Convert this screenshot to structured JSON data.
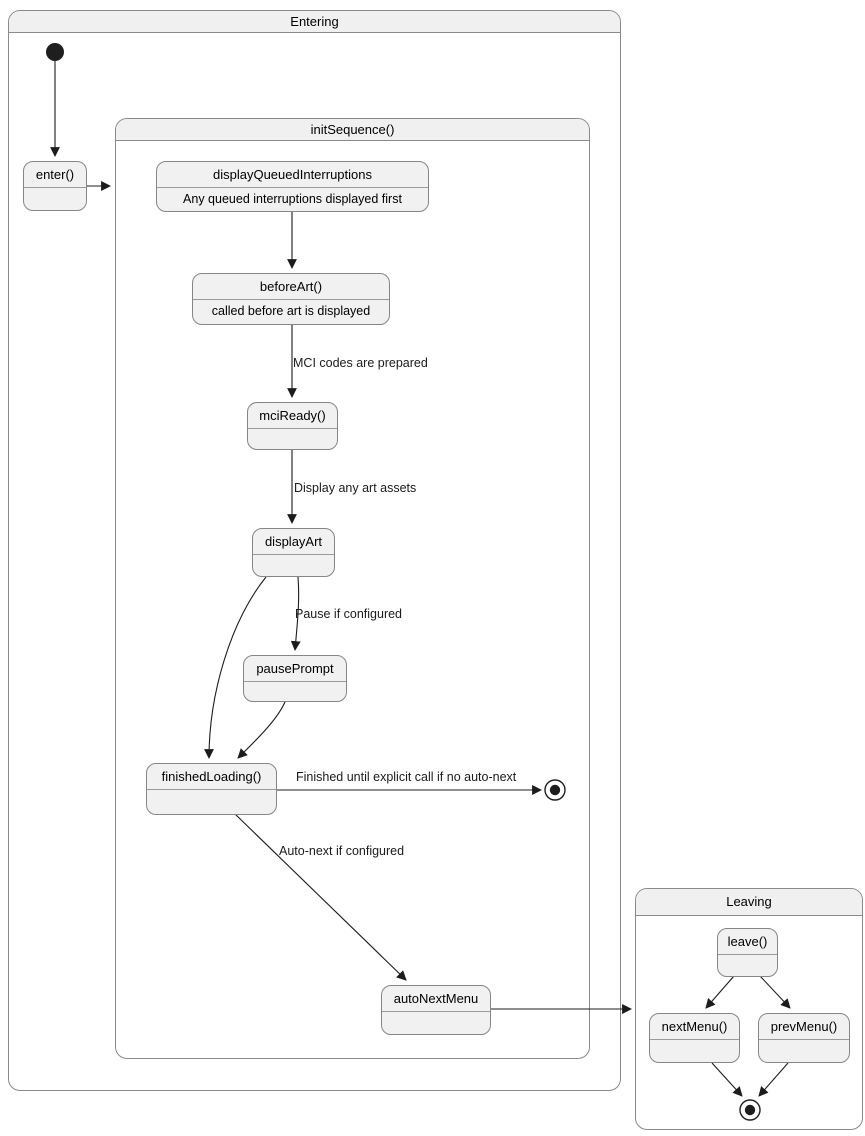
{
  "containers": {
    "entering": {
      "title": "Entering"
    },
    "init_sequence": {
      "title": "initSequence()"
    },
    "leaving": {
      "title": "Leaving"
    }
  },
  "states": {
    "enter": {
      "label": "enter()"
    },
    "display_queued": {
      "label": "displayQueuedInterruptions",
      "description": "Any queued interruptions displayed first"
    },
    "before_art": {
      "label": "beforeArt()",
      "description": "called before art is displayed"
    },
    "mci_ready": {
      "label": "mciReady()"
    },
    "display_art": {
      "label": "displayArt"
    },
    "pause_prompt": {
      "label": "pausePrompt"
    },
    "finished_loading": {
      "label": "finishedLoading()"
    },
    "auto_next_menu": {
      "label": "autoNextMenu"
    },
    "leave": {
      "label": "leave()"
    },
    "next_menu": {
      "label": "nextMenu()"
    },
    "prev_menu": {
      "label": "prevMenu()"
    }
  },
  "transitions": {
    "mci_prepared": {
      "label": "MCI codes are prepared"
    },
    "display_assets": {
      "label": "Display any art assets"
    },
    "pause_if_configured": {
      "label": "Pause if configured"
    },
    "finished_no_autonext": {
      "label": "Finished until explicit call if no auto-next"
    },
    "autonext_if_configured": {
      "label": "Auto-next if configured"
    }
  },
  "icons": {
    "initial_state": "filled-circle",
    "final_state": "bullseye-circle"
  },
  "colors": {
    "background": "#ffffff",
    "state_fill": "#f1f1f1",
    "title_bar_fill": "#f0f0f0",
    "border": "#8a8a8a",
    "line": "#1c1c1c",
    "text": "#000000"
  }
}
